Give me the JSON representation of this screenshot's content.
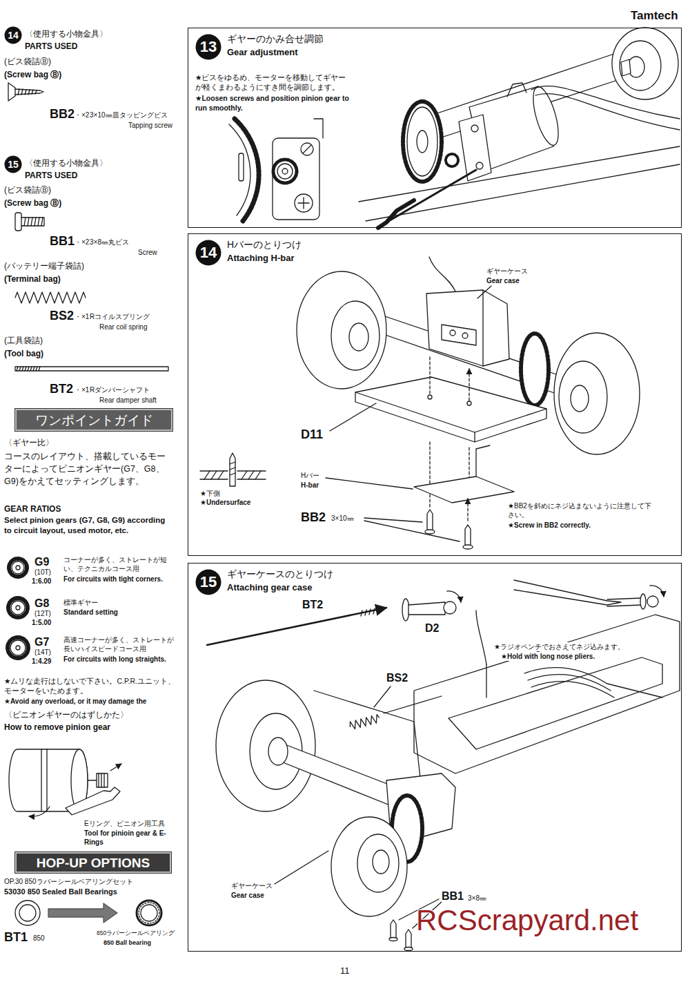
{
  "diagram": {
    "nodes": [
      {
        "text": [
          "14"
        ]
      },
      {
        "text": [
          "15"
        ]
      },
      {
        "text": [
          "ワンポイントガイド"
        ]
      },
      {
        "text": [
          "HOP-UP OPTIONS"
        ]
      },
      {
        "text": [
          "ギヤーのかみ合せ調節",
          "Gear adjustment",
          "★ビスをゆるめ、モーターを移動してギヤーが軽くまわるようにすき間を調節します。",
          "★Loosen screws and position pinion gear to run smoothly."
        ]
      },
      {
        "text": [
          "13"
        ],
        "in": 4
      },
      {
        "text": [
          "Hバーのとりつけ",
          "Attaching H-bar"
        ]
      },
      {
        "text": [
          "14"
        ],
        "in": 6
      },
      {
        "text": [
          "ギヤーケースのとりつけ",
          "Attaching gear case"
        ]
      },
      {
        "text": [
          "15"
        ],
        "in": 8
      }
    ],
    "labels": [
      "Tamtech",
      "〈使用する小物金具〉",
      "PARTS USED",
      "(ビス袋詰Ⓑ)",
      "(Screw bag Ⓑ)",
      "BB2",
      "・×2",
      "3×10㎜皿タッピングビス",
      "Tapping screw",
      "〈使用する小物金具〉",
      "PARTS USED",
      "(ビス袋詰Ⓑ)",
      "(Screw bag Ⓑ)",
      "BB1",
      "・×2",
      "3×8㎜丸ビス",
      "Screw",
      "(バッテリー端子袋詰)",
      "(Terminal bag)",
      "BS2",
      "・×1",
      "Rコイルスプリング",
      "Rear coil spring",
      "(工具袋詰)",
      "(Tool bag)",
      "BT2",
      "・×1",
      "Rダンパーシャフト",
      "Rear damper shaft",
      "〈ギヤー比〉",
      "コースのレイアウト、搭載しているモーターによってピニオンギヤー(G7、G8、G9)をかえてセッティングします。",
      "GEAR RATIOS",
      "Select pinion gears (G7, G8, G9) according to circuit layout, used motor, etc.",
      "G9",
      "(10T)",
      "1:6.00",
      "コーナーが多く、ストレートが短い、テクニカルコース用",
      "For circuits with tight corners.",
      "G8",
      "(12T)",
      "1:5.00",
      "標準ギヤー",
      "Standard setting",
      "G7",
      "(14T)",
      "1:4.29",
      "高速コーナーが多く、ストレートが長いハイスピードコース用",
      "For circuits with long straights.",
      "★ムリな走行はしないで下さい。C.P.R.ユニット、モーターをいためます。",
      "★Avoid any overload, or it may damage the",
      "〈ピニオンギヤーのはずしかた〉",
      "How to remove pinion gear",
      "Eリング、ピニオン用工具",
      "Tool for pinioin gear & E-Rings",
      "OP.30 850ラバーシールベアリングセット",
      "53030 850 Sealed Ball Bearings",
      "BT1",
      "850",
      "850ラバーシールベアリング",
      "850 Ball bearing",
      "ギヤーケース",
      "Gear case",
      "D11",
      "★下側",
      "★Undersurface",
      "Hバー",
      "H-bar",
      "★BB2を斜めにネジ込まないように注意して下さい。",
      "★Screw in BB2 correctly.",
      "BB2",
      "3×10㎜",
      "BT2",
      "D2",
      "★ラジオペンチでおさえてネジ込みます。",
      "★Hold with long nose pliers.",
      "BS2",
      "ギヤーケース",
      "Gear case",
      "BB1",
      "3×8㎜",
      "11",
      "RCScrapyard.net"
    ]
  }
}
